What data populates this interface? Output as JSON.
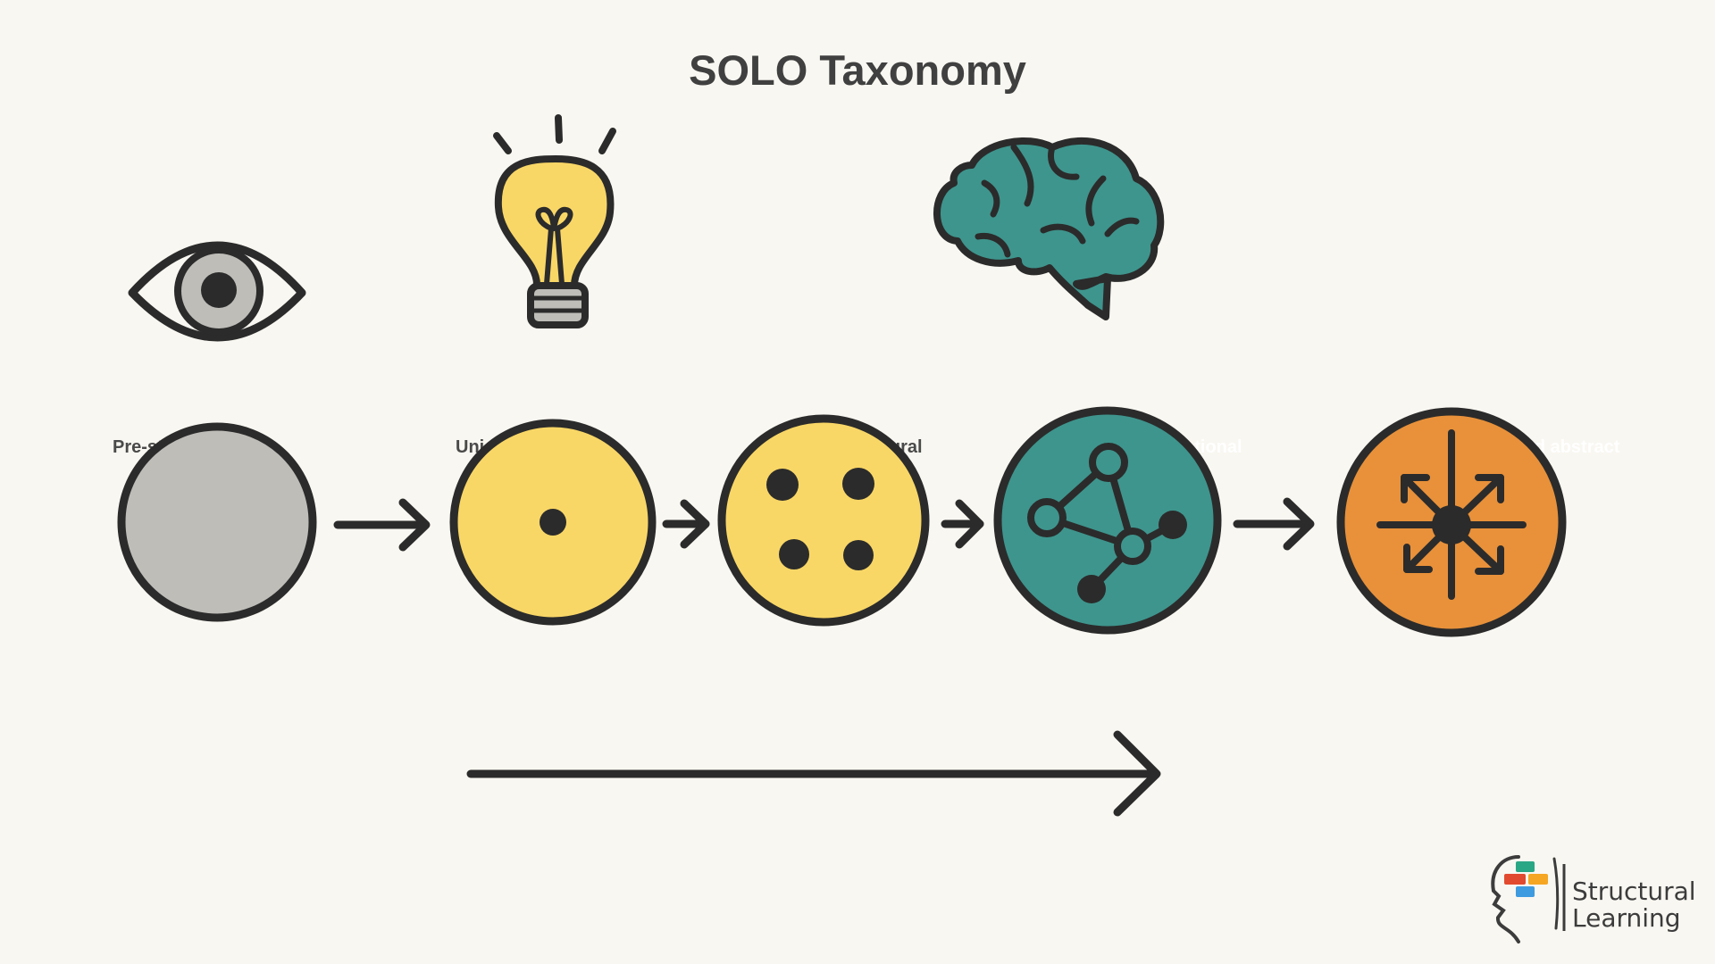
{
  "title": "SOLO Taxonomy",
  "stages": [
    {
      "label": "Pre-structural",
      "label_color": "#4a4a4a",
      "fill": "#bebdb8",
      "content": "empty"
    },
    {
      "label": "Uni-structural",
      "label_color": "#4a4a4a",
      "fill": "#f9d766",
      "content": "single-dot"
    },
    {
      "label": "Multi-structural",
      "label_color": "#4a4a4a",
      "fill": "#f9d766",
      "content": "four-dots"
    },
    {
      "label": "Relational",
      "label_color": "#ffffff",
      "fill": "#3e958d",
      "content": "network"
    },
    {
      "label": "Extended abstract",
      "label_color": "#ffffff",
      "fill": "#e8913a",
      "content": "radiating-arrows"
    }
  ],
  "icons": [
    {
      "name": "eye-icon",
      "color": "#bebdb8"
    },
    {
      "name": "lightbulb-icon",
      "color": "#f9d766"
    },
    {
      "name": "brain-icon",
      "color": "#3e958d"
    }
  ],
  "logo": {
    "line1": "Structural",
    "line2": "Learning",
    "colors": [
      "#2aa784",
      "#e24a2f",
      "#f5a623",
      "#3f9be0"
    ]
  },
  "colors": {
    "background": "#f9f7f1",
    "stroke": "#2b2b2b"
  }
}
